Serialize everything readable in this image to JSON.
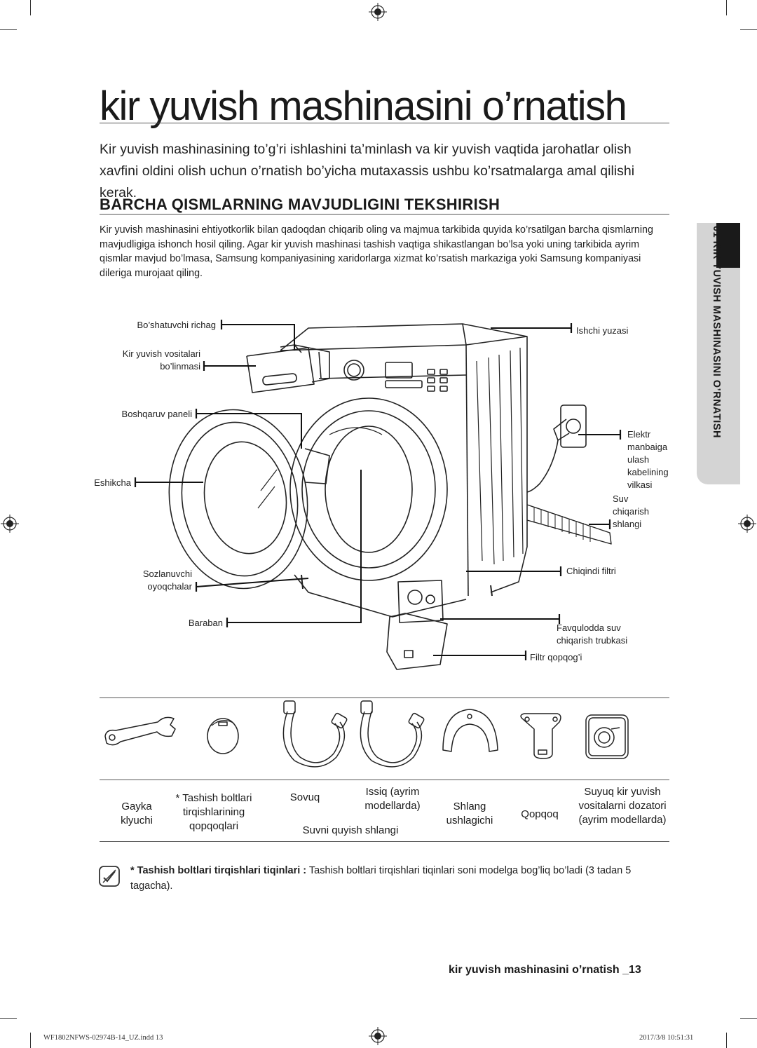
{
  "page": {
    "title": "kir yuvish mashinasini o’rnatish",
    "intro": "Kir yuvish mashinasining to’g’ri ishlashini ta’minlash va kir yuvish vaqtida jarohatlar olish xavfini oldini olish uchun o’rnatish bo’yicha mutaxassis ushbu ko’rsatmalarga amal qilishi kerak.",
    "section_heading": "BARCHA QISMLARNING MAVJUDLIGINI TEKSHIRISH",
    "section_body": "Kir yuvish mashinasini ehtiyotkorlik bilan qadoqdan chiqarib oling va majmua tarkibida quyida ko’rsatilgan barcha qismlarning mavjudligiga ishonch hosil qiling. Agar kir yuvish mashinasi tashish vaqtiga shikastlangan bo’lsa yoki uning tarkibida ayrim qismlar mavjud bo’lmasa, Samsung kompaniyasining xaridorlarga xizmat ko’rsatish markaziga yoki Samsung kompaniyasi dileriga murojaat qiling.",
    "side_tab": "01 KIR YUVISH MASHINASINI O’RNATISH"
  },
  "diagram": {
    "left_callouts": [
      "Bo’shatuvchi richag",
      "Kir yuvish vositalari bo’linmasi",
      "Boshqaruv paneli",
      "Eshikcha",
      "Sozlanuvchi oyoqchalar",
      "Baraban"
    ],
    "right_callouts": [
      "Ishchi yuzasi",
      "Elektr manbaiga ulash kabelining vilkasi",
      "Suv chiqarish shlangi",
      "Chiqindi filtri",
      "Favqulodda suv chiqarish trubkasi",
      "Filtr qopqog’i"
    ]
  },
  "accessories": {
    "items": [
      "Gayka klyuchi",
      "* Tashish boltlari tirqishlarining qopqoqlari",
      "Sovuq",
      "Issiq (ayrim modellarda)",
      "Suvni quyish shlangi",
      "Shlang ushlagichi",
      "Qopqoq",
      "Suyuq kir yuvish vositalarni dozatori (ayrim modellarda)"
    ]
  },
  "note": {
    "bold": "* Tashish boltlari tirqishlari tiqinlari :",
    "text": " Tashish boltlari tirqishlari tiqinlari soni modelga bog’liq bo’ladi (3 tadan 5 tagacha)."
  },
  "footer": {
    "text": "kir yuvish mashinasini o’rnatish _13",
    "file": "WF1802NFWS-02974B-14_UZ.indd   13",
    "date": "2017/3/8   10:51:31"
  },
  "icons": [
    "registration-mark-icon",
    "note-icon",
    "washing-machine-illustration"
  ]
}
